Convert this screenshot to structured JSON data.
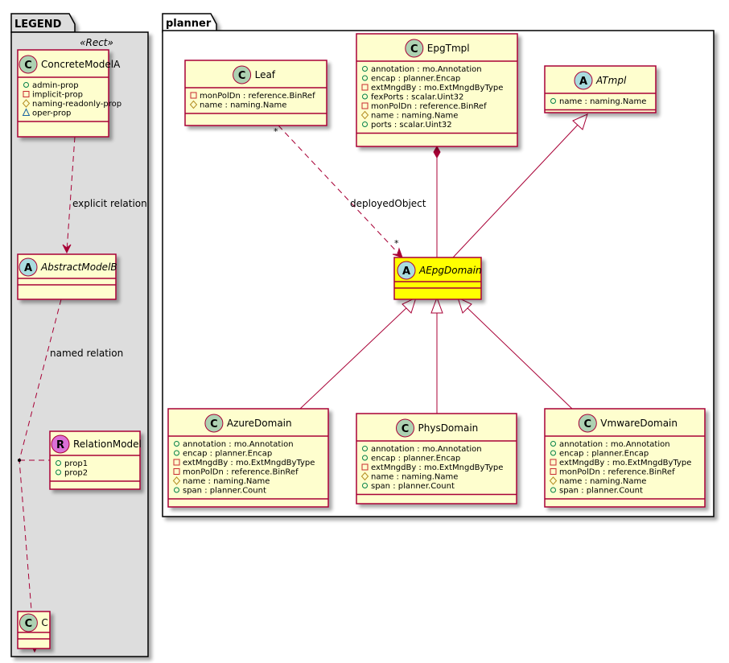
{
  "colors": {
    "class_fill": "#FEFECE",
    "class_border": "#A80036",
    "highlight_fill": "#FFFF00",
    "legend_fill": "#DDDDDD",
    "edge": "#A80036",
    "circle_class": "#ADD1B2",
    "circle_abstract": "#A9DCDF",
    "circle_relation": "#DA70D6",
    "vis_public": "#038048",
    "vis_private": "#C82930",
    "vis_protected": "#B38D22",
    "vis_package": "#1963A0"
  },
  "legend": {
    "title": "LEGEND",
    "stereotype": "«Rect»",
    "classes": {
      "concrete": {
        "kind": "C",
        "name": "ConcreteModelA",
        "attrs": [
          {
            "vis": "public",
            "text": "admin-prop"
          },
          {
            "vis": "private",
            "text": "implicit-prop"
          },
          {
            "vis": "protected",
            "text": "naming-readonly-prop"
          },
          {
            "vis": "package",
            "text": "oper-prop"
          }
        ]
      },
      "abstract": {
        "kind": "A",
        "name": "AbstractModelB",
        "attrs": []
      },
      "relation": {
        "kind": "R",
        "name": "RelationModel",
        "attrs": [
          {
            "vis": "public",
            "text": "prop1"
          },
          {
            "vis": "public",
            "text": "prop2"
          }
        ]
      },
      "c": {
        "kind": "C",
        "name": "C",
        "attrs": []
      }
    },
    "edges": {
      "explicit": "explicit relation",
      "named": "named relation"
    }
  },
  "planner": {
    "title": "planner",
    "classes": {
      "leaf": {
        "kind": "C",
        "name": "Leaf",
        "attrs": [
          {
            "vis": "private",
            "text": "monPolDn : reference.BinRef"
          },
          {
            "vis": "protected",
            "text": "name : naming.Name"
          }
        ]
      },
      "epgtmpl": {
        "kind": "C",
        "name": "EpgTmpl",
        "attrs": [
          {
            "vis": "public",
            "text": "annotation : mo.Annotation"
          },
          {
            "vis": "public",
            "text": "encap : planner.Encap"
          },
          {
            "vis": "private",
            "text": "extMngdBy : mo.ExtMngdByType"
          },
          {
            "vis": "public",
            "text": "fexPorts : scalar.Uint32"
          },
          {
            "vis": "private",
            "text": "monPolDn : reference.BinRef"
          },
          {
            "vis": "protected",
            "text": "name : naming.Name"
          },
          {
            "vis": "public",
            "text": "ports : scalar.Uint32"
          }
        ]
      },
      "atmpl": {
        "kind": "A",
        "name": "ATmpl",
        "attrs": [
          {
            "vis": "public",
            "text": "name : naming.Name"
          }
        ]
      },
      "aepgdomain": {
        "kind": "A",
        "name": "AEpgDomain",
        "attrs": []
      },
      "azure": {
        "kind": "C",
        "name": "AzureDomain",
        "attrs": [
          {
            "vis": "public",
            "text": "annotation : mo.Annotation"
          },
          {
            "vis": "public",
            "text": "encap : planner.Encap"
          },
          {
            "vis": "private",
            "text": "extMngdBy : mo.ExtMngdByType"
          },
          {
            "vis": "private",
            "text": "monPolDn : reference.BinRef"
          },
          {
            "vis": "protected",
            "text": "name : naming.Name"
          },
          {
            "vis": "public",
            "text": "span : planner.Count"
          }
        ]
      },
      "phys": {
        "kind": "C",
        "name": "PhysDomain",
        "attrs": [
          {
            "vis": "public",
            "text": "annotation : mo.Annotation"
          },
          {
            "vis": "public",
            "text": "encap : planner.Encap"
          },
          {
            "vis": "private",
            "text": "extMngdBy : mo.ExtMngdByType"
          },
          {
            "vis": "protected",
            "text": "name : naming.Name"
          },
          {
            "vis": "public",
            "text": "span : planner.Count"
          }
        ]
      },
      "vmware": {
        "kind": "C",
        "name": "VmwareDomain",
        "attrs": [
          {
            "vis": "public",
            "text": "annotation : mo.Annotation"
          },
          {
            "vis": "public",
            "text": "encap : planner.Encap"
          },
          {
            "vis": "private",
            "text": "extMngdBy : mo.ExtMngdByType"
          },
          {
            "vis": "private",
            "text": "monPolDn : reference.BinRef"
          },
          {
            "vis": "protected",
            "text": "name : naming.Name"
          },
          {
            "vis": "public",
            "text": "span : planner.Count"
          }
        ]
      }
    },
    "edges": {
      "deployed": {
        "label": "deployedObject",
        "src_mult": "*",
        "dst_mult": "*"
      }
    }
  }
}
